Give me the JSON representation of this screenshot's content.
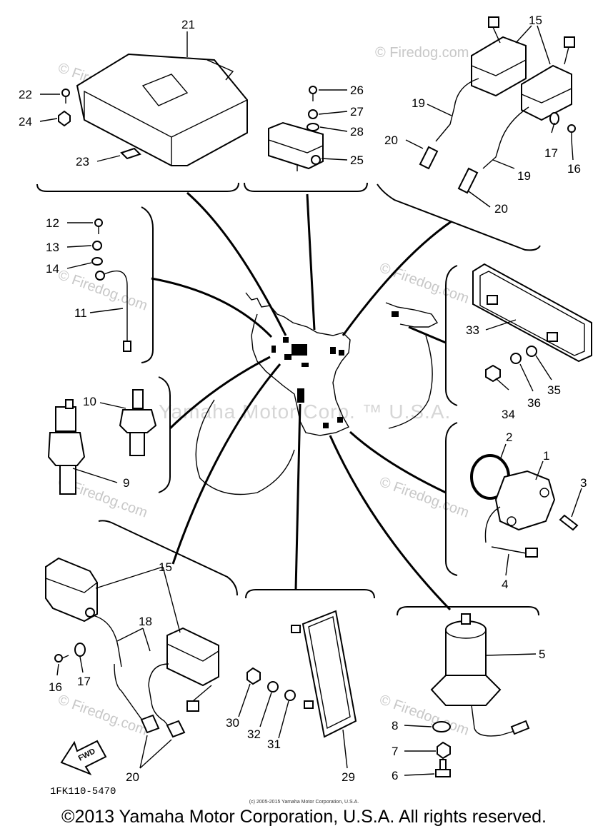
{
  "watermarks": {
    "firedog": "© Firedog.com",
    "yamaha": "Yamaha Motor Corp. ™ U.S.A."
  },
  "callouts": {
    "p1": "1",
    "p2": "2",
    "p3": "3",
    "p4": "4",
    "p5": "5",
    "p6": "6",
    "p7": "7",
    "p8": "8",
    "p9": "9",
    "p10": "10",
    "p11": "11",
    "p12": "12",
    "p13": "13",
    "p14": "14",
    "p15a": "15",
    "p15b": "15",
    "p16a": "16",
    "p16b": "16",
    "p17a": "17",
    "p17b": "17",
    "p18": "18",
    "p19a": "19",
    "p19b": "19",
    "p20a": "20",
    "p20b": "20",
    "p20c": "20",
    "p21": "21",
    "p22": "22",
    "p23": "23",
    "p24": "24",
    "p25": "25",
    "p26": "26",
    "p27": "27",
    "p28": "28",
    "p29": "29",
    "p30": "30",
    "p31": "31",
    "p32": "32",
    "p33": "33",
    "p34": "34",
    "p35": "35",
    "p36": "36"
  },
  "fwd_label": "FWD",
  "drawing_number": "1FK110-5470",
  "small_copyright": "(c) 2005-2015 Yamaha Motor Corporation, U.S.A.",
  "copyright": "©2013 Yamaha Motor Corporation, U.S.A. All rights reserved."
}
